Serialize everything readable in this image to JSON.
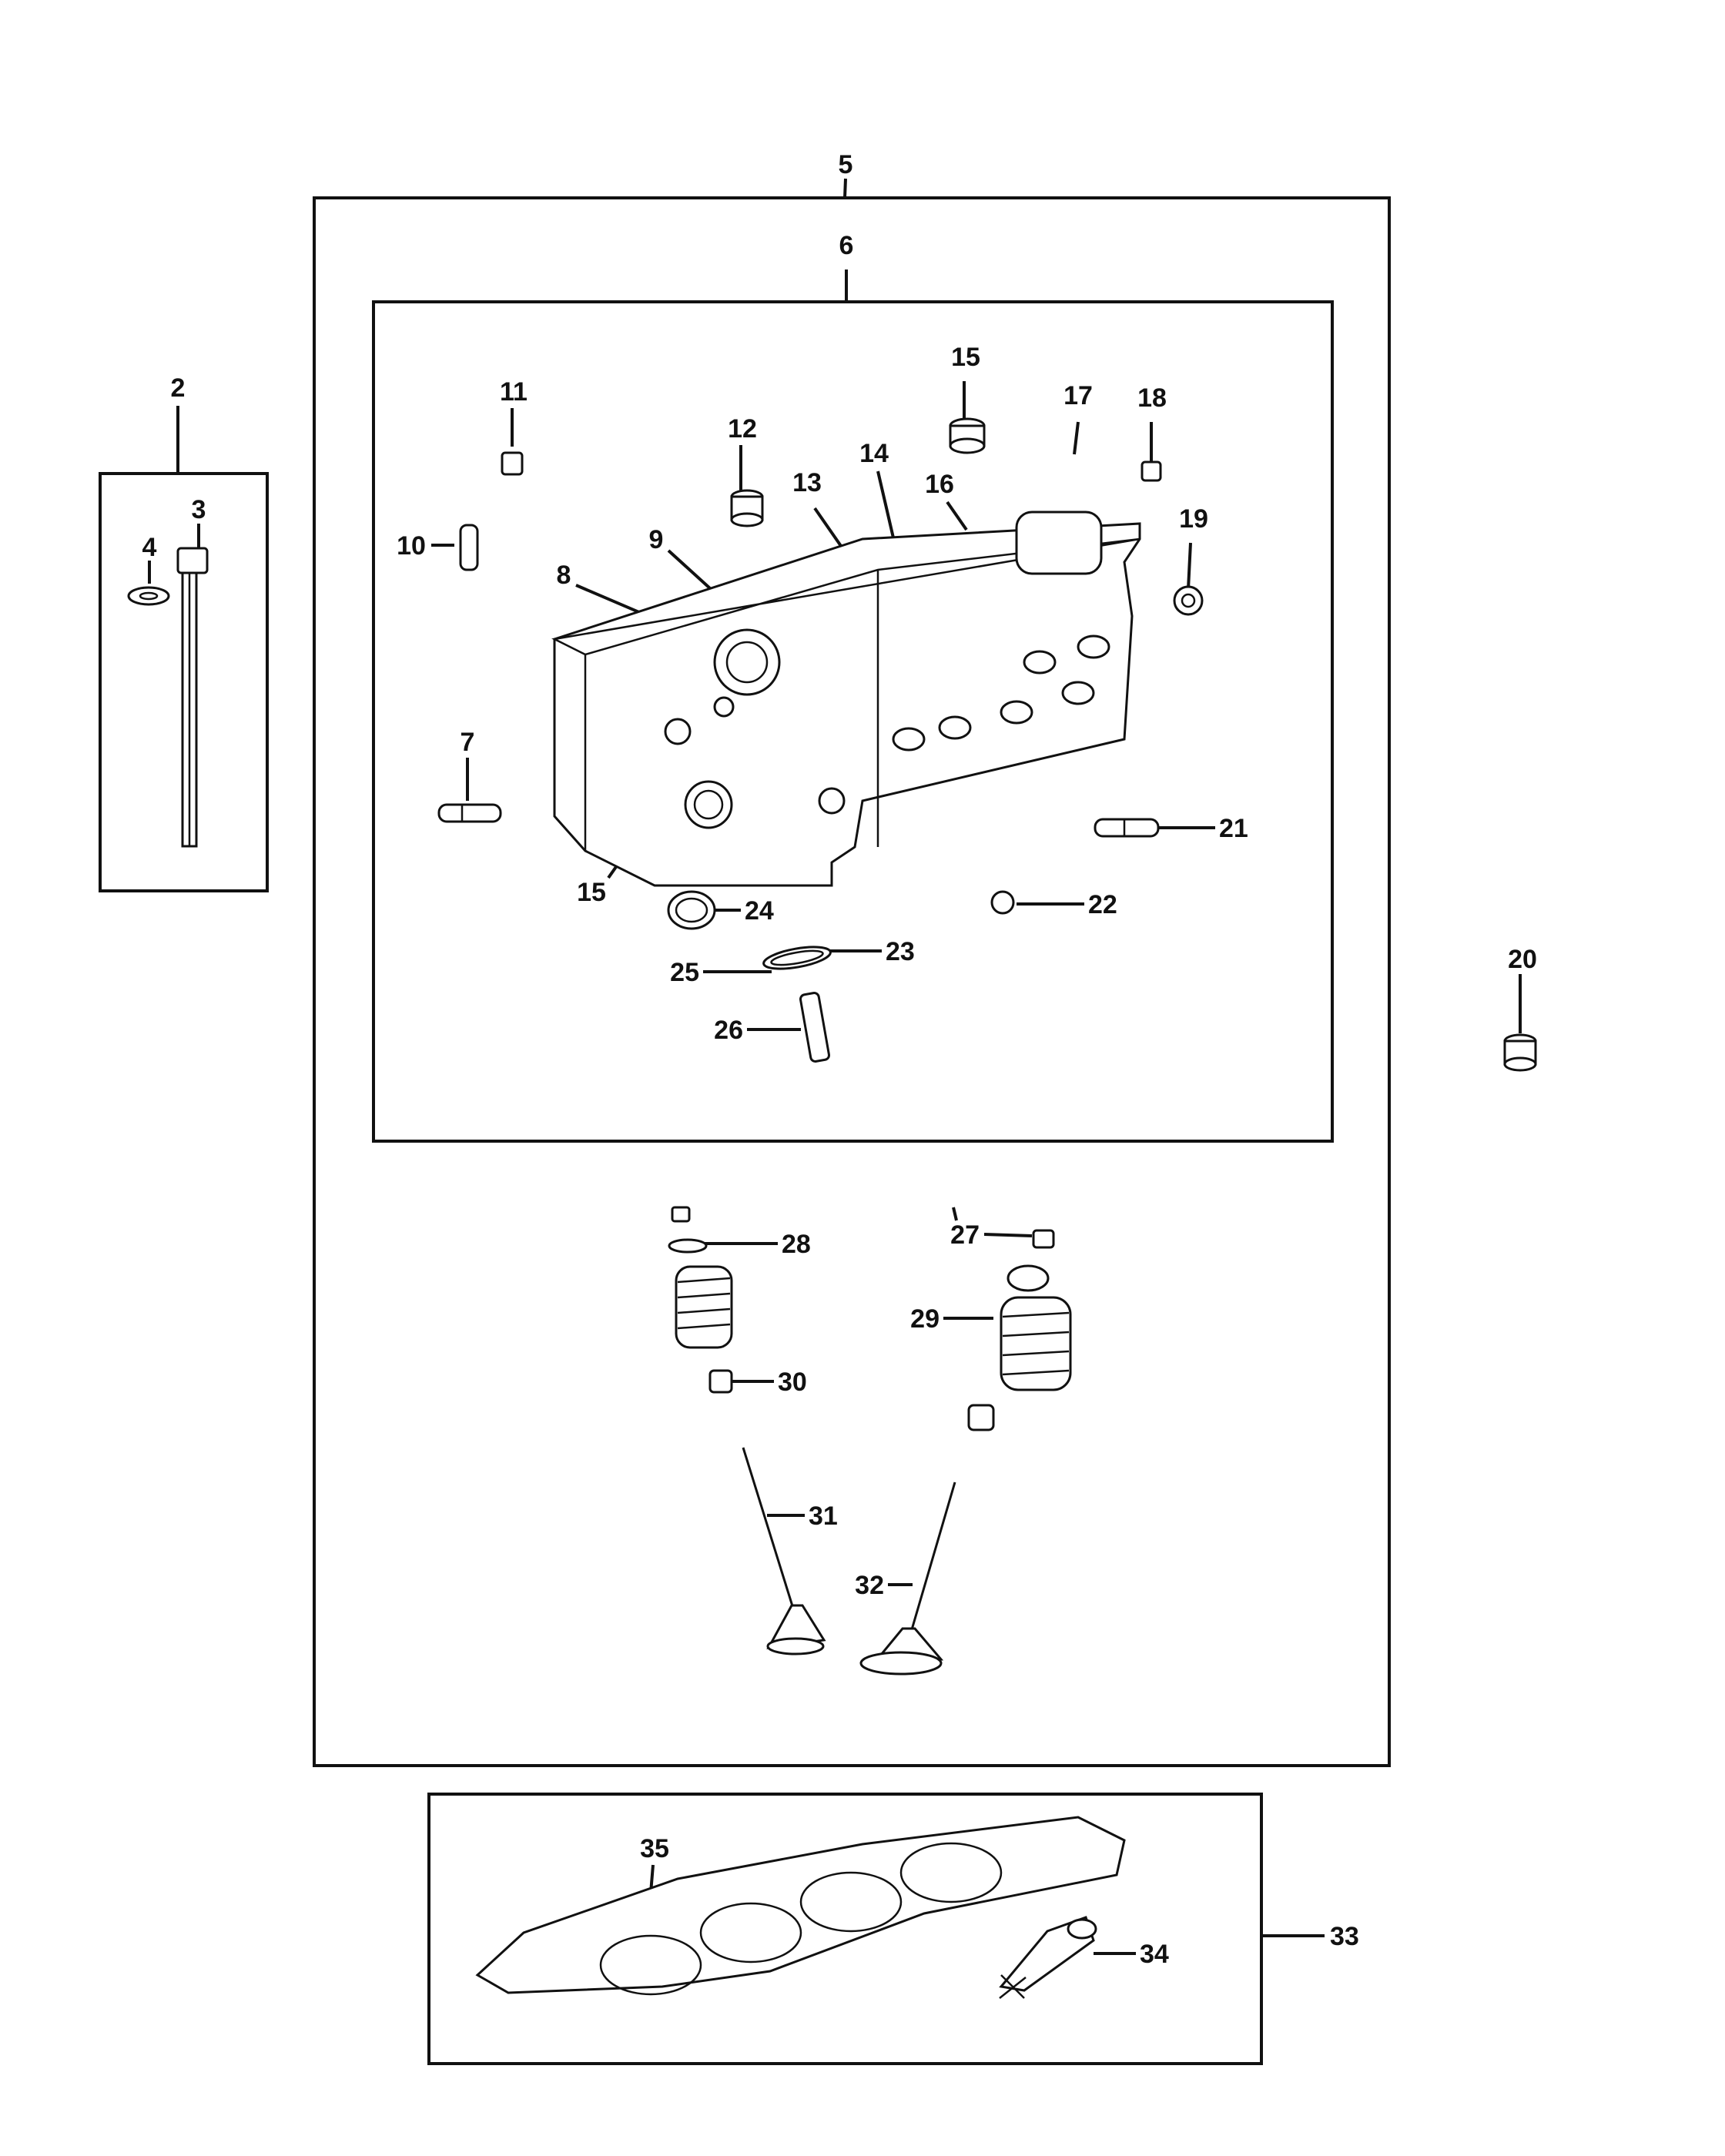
{
  "diagram": {
    "callouts": [
      {
        "id": "2",
        "text": "2"
      },
      {
        "id": "3",
        "text": "3"
      },
      {
        "id": "4",
        "text": "4"
      },
      {
        "id": "5",
        "text": "5"
      },
      {
        "id": "6",
        "text": "6"
      },
      {
        "id": "7",
        "text": "7"
      },
      {
        "id": "8",
        "text": "8"
      },
      {
        "id": "9",
        "text": "9"
      },
      {
        "id": "10",
        "text": "10"
      },
      {
        "id": "11",
        "text": "11"
      },
      {
        "id": "12",
        "text": "12"
      },
      {
        "id": "13",
        "text": "13"
      },
      {
        "id": "14",
        "text": "14"
      },
      {
        "id": "15a",
        "text": "15"
      },
      {
        "id": "15b",
        "text": "15"
      },
      {
        "id": "16",
        "text": "16"
      },
      {
        "id": "17",
        "text": "17"
      },
      {
        "id": "18",
        "text": "18"
      },
      {
        "id": "19",
        "text": "19"
      },
      {
        "id": "20",
        "text": "20"
      },
      {
        "id": "21",
        "text": "21"
      },
      {
        "id": "22",
        "text": "22"
      },
      {
        "id": "23",
        "text": "23"
      },
      {
        "id": "24",
        "text": "24"
      },
      {
        "id": "25",
        "text": "25"
      },
      {
        "id": "26",
        "text": "26"
      },
      {
        "id": "27",
        "text": "27"
      },
      {
        "id": "28",
        "text": "28"
      },
      {
        "id": "29",
        "text": "29"
      },
      {
        "id": "30",
        "text": "30"
      },
      {
        "id": "31",
        "text": "31"
      },
      {
        "id": "32",
        "text": "32"
      },
      {
        "id": "33",
        "text": "33"
      },
      {
        "id": "34",
        "text": "34"
      },
      {
        "id": "35",
        "text": "35"
      }
    ]
  }
}
